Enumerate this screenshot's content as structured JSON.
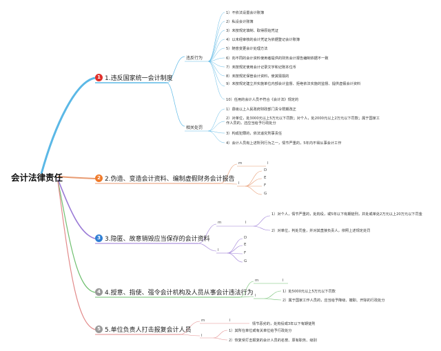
{
  "root": "会计法律责任",
  "branches": [
    {
      "num": "1",
      "label": "1.违反国家统一会计制度",
      "color": "#e0302b"
    },
    {
      "num": "2",
      "label": "2.伪造、变造会计资料、编制虚假财务会计报告",
      "color": "#f07a2a"
    },
    {
      "num": "3",
      "label": "3.隐匿、故意销毁应当保存的会计资料",
      "color": "#2f7fd4"
    },
    {
      "num": "4",
      "label": "4.授意、指使、强令会计机构及人员从事会计违法行为",
      "color": "#888888"
    },
    {
      "num": "5",
      "label": "5.单位负责人打击报复会计人员",
      "color": "#888888"
    }
  ],
  "b1": {
    "group1": "违反行为",
    "group2": "相关处罚",
    "items1": [
      "1）不依法设置会计账簿",
      "2）私设会计账簿",
      "3）未按规定填制、取得原始凭证",
      "4）以未经审核的会计凭证为依据登记会计账簿",
      "5）随意变更会计处理方法",
      "6）向不同的会计资料使用者提供的财务会计报告编制依据不一致",
      "7）未按规定使用会计记录文字和记账本位币",
      "8）未按规定保管会计资料，使其毁损的",
      "9）未按规定建立并实施单位内部会计监督、拒绝依法实施的监督、提供虚假会计资料",
      "10）任用的会计人员不符合《会计法》规定的"
    ],
    "items2": [
      "1）县级以上人民政府财政部门责令限期改正",
      "2）对单位，处3000元以上5万元以下罚款；对个人，处2000元以上2万元以下罚款；属于国家工作人员的，还应当给予行政处分",
      "3）构成犯罪的，依法追究刑事责任",
      "4）会计人员有上述所列行为之一，情节严重的，5年内不得从事会计工作"
    ]
  },
  "b2": {
    "m": "m",
    "l": "l",
    "mchild": "l",
    "lchildren": [
      "D",
      "E",
      "F",
      "G"
    ]
  },
  "b3": {
    "m": "m",
    "l": "l",
    "mchild": "l",
    "mitems": [
      "1）对个人，情节严重的，处拘役，或5年以下有期徒刑，并处或单处2万元以上20万元以下罚金",
      "2）对单位，判处罚金，并对其直接负责人，依照上述规定处罚"
    ],
    "lchildren": [
      "D",
      "E",
      "F",
      "G"
    ]
  },
  "b4": {
    "m": "m",
    "mchild": "l",
    "l": "l",
    "litems": [
      "1）处5000元以上5万元以下罚款",
      "2）属于国家工作人员的，应当给予降级、撤职、开除的行政处分"
    ]
  },
  "b5": {
    "m": "m",
    "mchild": "l",
    "mtext": "情节恶劣的，处拘役或3年以下有期徒刑",
    "l": "l",
    "litems": [
      "1）其所在单位或有关单位给予行政处分",
      "2）恢复受打击报复的会计人员的名誉、原有职务、级别"
    ]
  }
}
